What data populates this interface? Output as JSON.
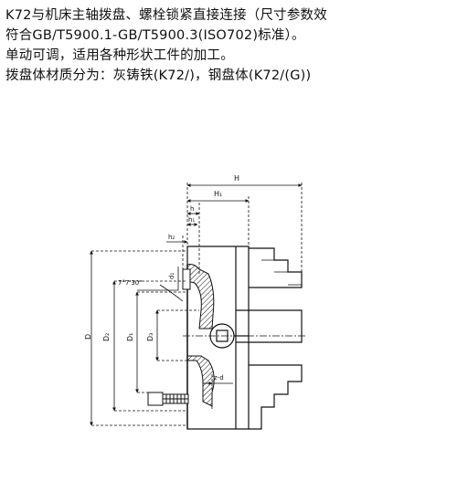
{
  "text_lines": [
    "K72与机床主轴拨盘、螺栓锁紧直接连接（尺寸参数效",
    "符合GB/T5900.1-GB/T5900.3(ISO702)标准）。",
    "单动可调，适用各种形状工件的加工。",
    "拨盘体材质分为：灰铸铁(K72/)，钢盘体(K72/(G))"
  ],
  "drawing": {
    "labels": {
      "H": "H",
      "H1": "H₁",
      "h": "h",
      "h1": "h₁",
      "h2": "h₂",
      "d1": "d₁",
      "angle": "7°7'30\"",
      "D": "D",
      "D2": "D₂",
      "D1": "D₁",
      "D3": "D₃",
      "zd": "z-d"
    }
  }
}
